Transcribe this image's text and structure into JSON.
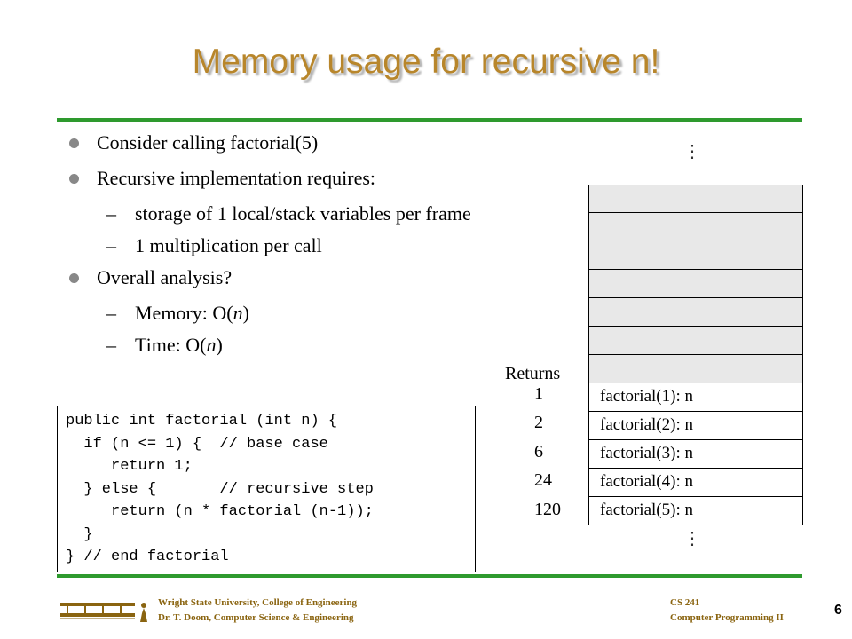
{
  "slide": {
    "title": "Memory usage for recursive n!",
    "bullets": [
      {
        "level": 1,
        "text": "Consider calling factorial(5)"
      },
      {
        "level": 1,
        "text": "Recursive implementation requires:"
      },
      {
        "level": 2,
        "text": "storage of 1 local/stack variables per frame"
      },
      {
        "level": 2,
        "text": "1 multiplication per call"
      },
      {
        "level": 1,
        "text": "Overall analysis?"
      },
      {
        "level": 2,
        "text": "Memory:  O(n)"
      },
      {
        "level": 2,
        "text": "Time: O(n)"
      }
    ],
    "code": "public int factorial (int n) {\n  if (n <= 1) {  // base case\n     return 1;\n  } else {       // recursive step\n     return (n * factorial (n-1));\n  }\n} // end factorial",
    "stack": {
      "frames": [
        "",
        "",
        "",
        "",
        "",
        "",
        "",
        "factorial(1): n",
        "factorial(2): n",
        "factorial(3): n",
        "factorial(4): n",
        "factorial(5): n"
      ],
      "ellipsis": "⋮"
    },
    "returns": {
      "label": "Returns",
      "values": [
        "1",
        "2",
        "6",
        "24",
        "120"
      ]
    }
  },
  "footer": {
    "institution_line1": "Wright State University, College of Engineering",
    "institution_line2": "Dr. T. Doom, Computer Science & Engineering",
    "course_line1": "CS 241",
    "course_line2": "Computer Programming II",
    "page_number": "6"
  },
  "colors": {
    "title": "#b8862b",
    "rule": "#2e9a2e",
    "footer_text": "#8a6410",
    "stack_empty": "#e8e8e8"
  }
}
